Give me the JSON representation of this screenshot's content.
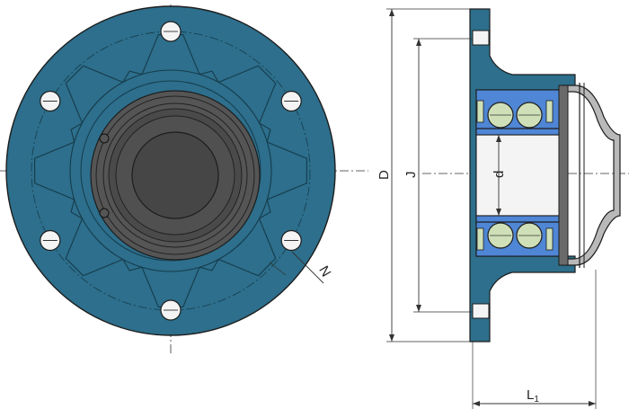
{
  "colors": {
    "flange_blue": "#2d6f8c",
    "bearing_blue": "#4f86d6",
    "seal_gray": "#505050",
    "ball_green": "#cfe0b8",
    "outline": "#1d1d1d",
    "bore_fill": "#f4f4f4"
  },
  "labels": {
    "D": "D",
    "J": "J",
    "d": "d",
    "N": "N",
    "L1_main": "L",
    "L1_sub": "1"
  },
  "icons": {
    "bolt_hole": "circle-with-slot",
    "ball": "circle-with-bar"
  }
}
